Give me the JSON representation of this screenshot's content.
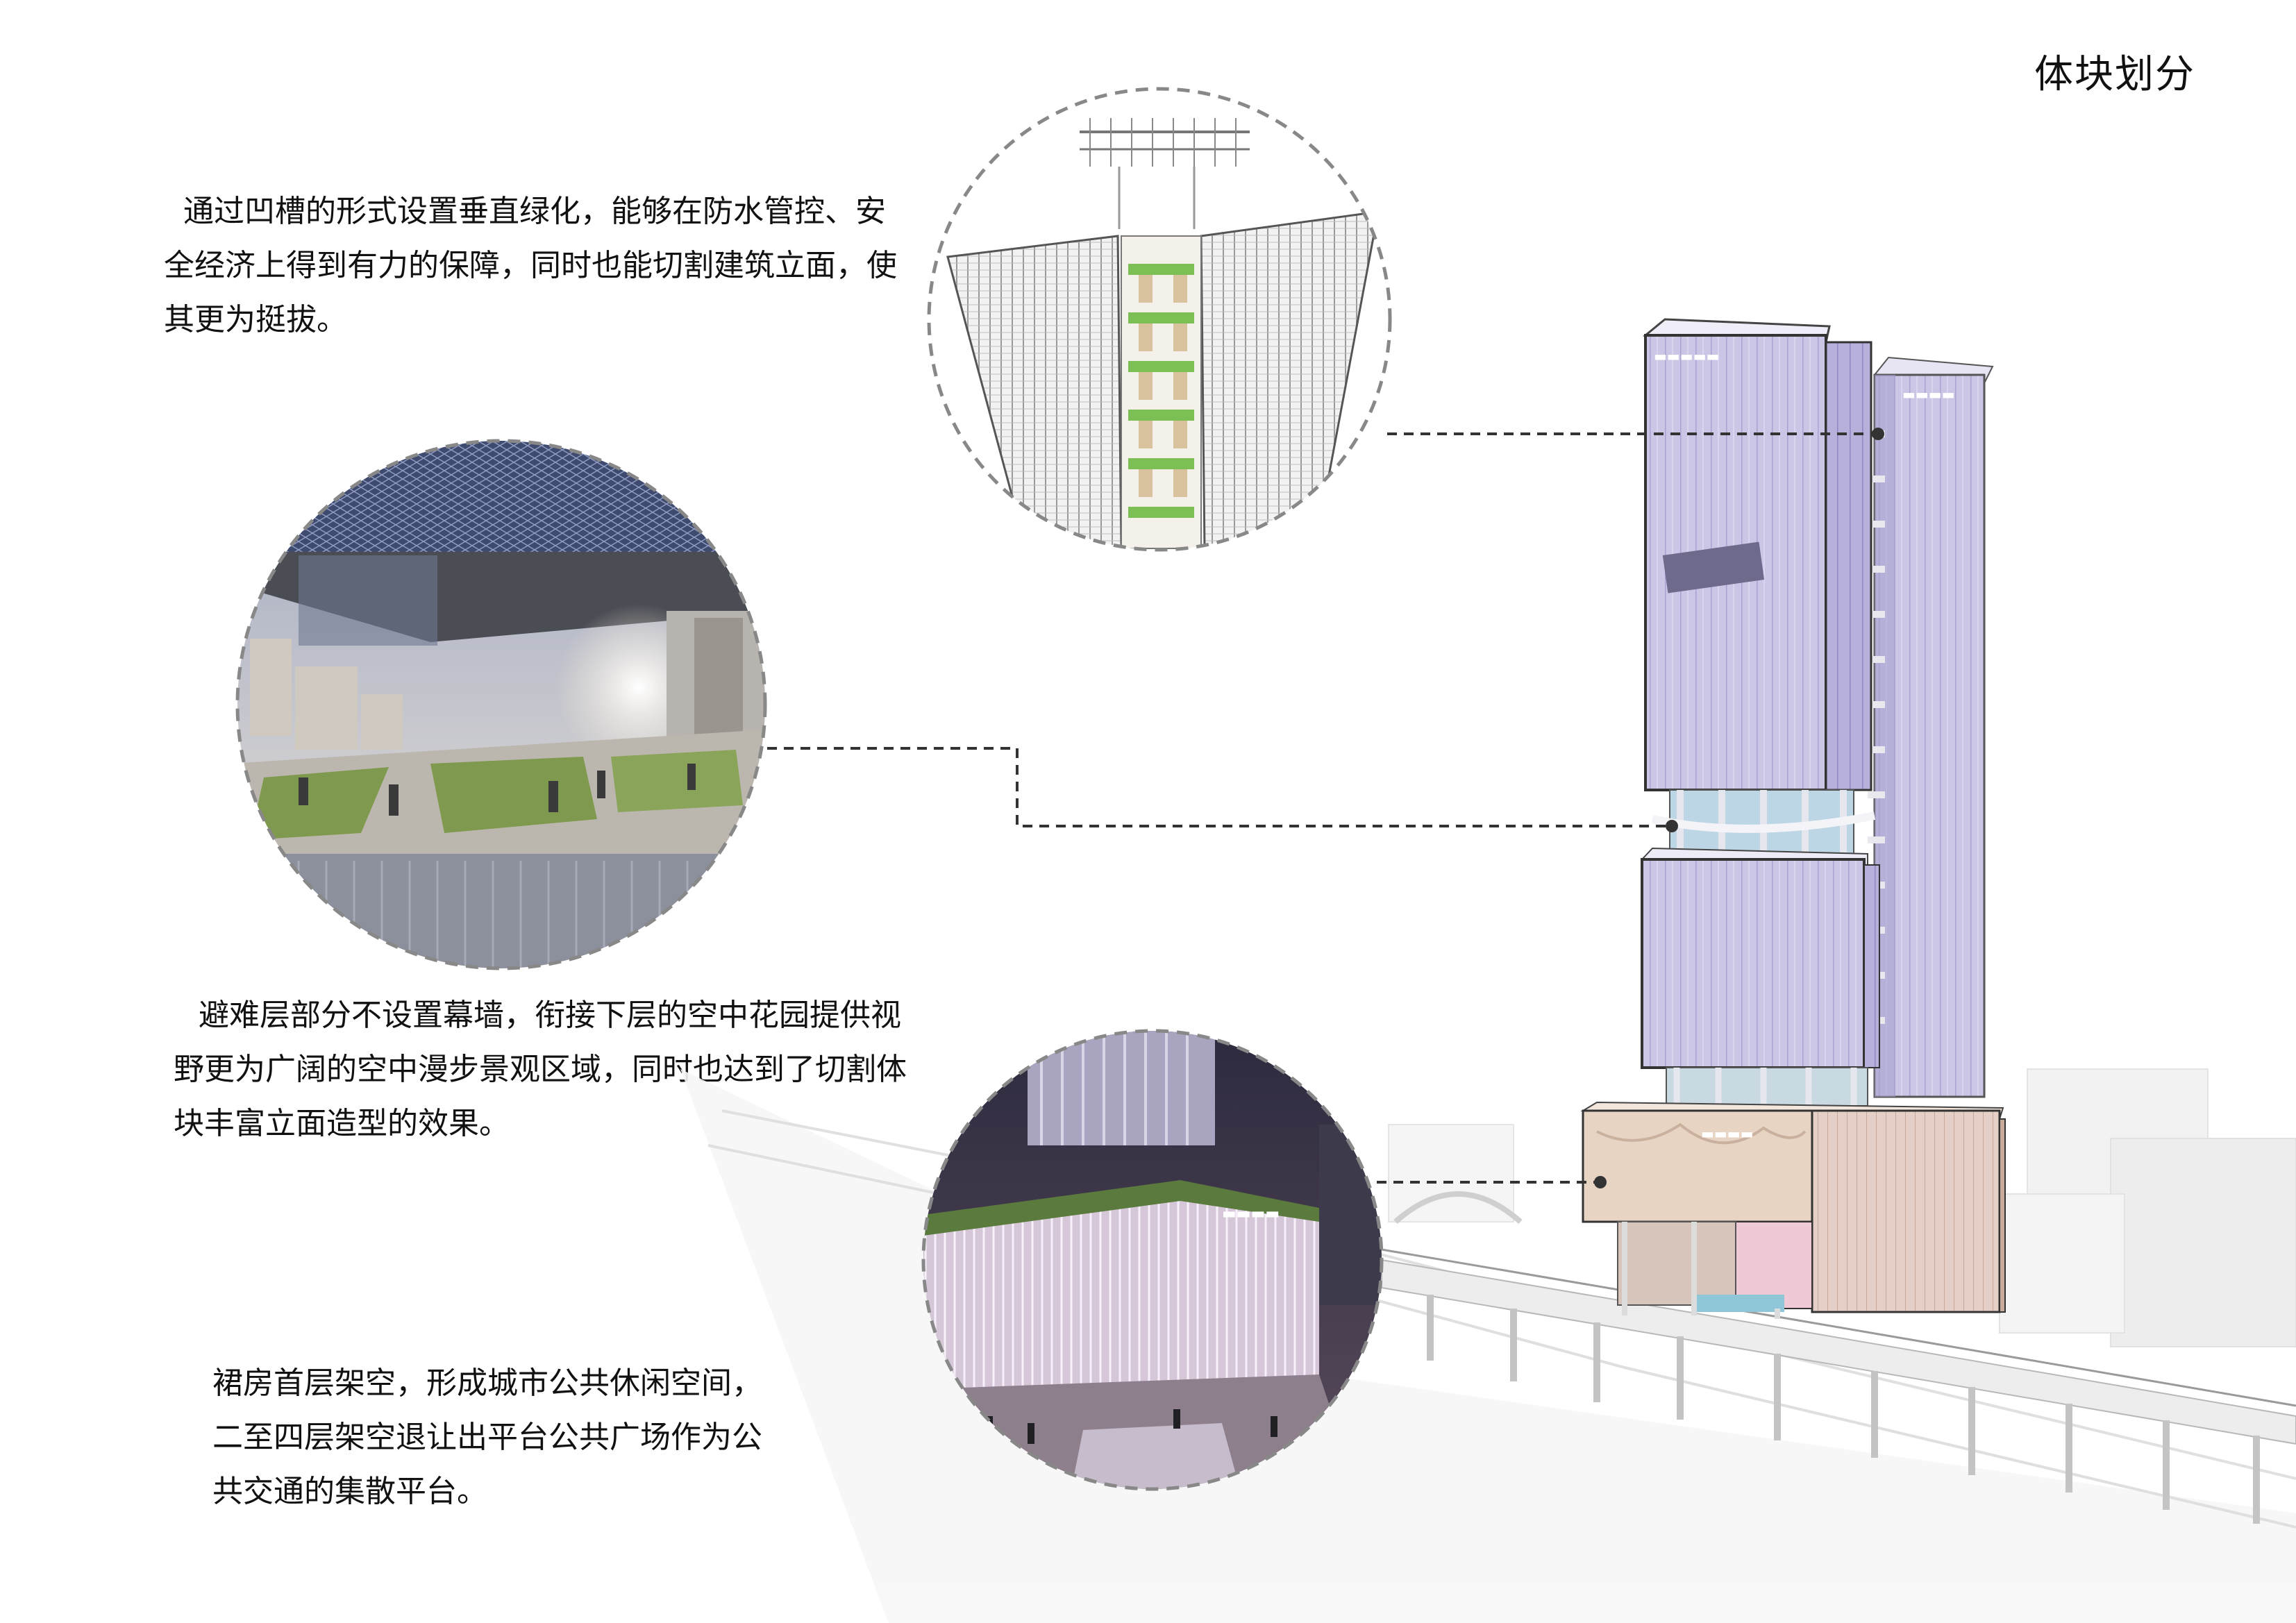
{
  "title": "体块划分",
  "notes": [
    {
      "id": "vertical-greening",
      "lines": [
        "通过凹槽的形式设置垂直绿化，能够在防水管控、安",
        "全经济上得到有力的保障，同时也能切割建筑立面，使",
        "其更为挺拔。"
      ]
    },
    {
      "id": "refuge-floor",
      "lines": [
        "避难层部分不设置幕墙，衔接下层的空中花园提供视",
        "野更为广阔的空中漫步景观区域，同时也达到了切割体",
        "块丰富立面造型的效果。"
      ]
    },
    {
      "id": "podium",
      "lines": [
        "裙房首层架空，形成城市公共休闲空间，",
        "二至四层架空退让出平台公共广场作为公",
        "共交通的集散平台。"
      ]
    }
  ],
  "colors": {
    "tower_purple": "#cbc6e6",
    "tower_shade": "#b3add8",
    "podium_beige": "#e7d2c4",
    "podium_pink": "#e8c4c9",
    "leader_line": "#333333",
    "circle_border": "#888888",
    "greenery": "#7bbf55"
  }
}
